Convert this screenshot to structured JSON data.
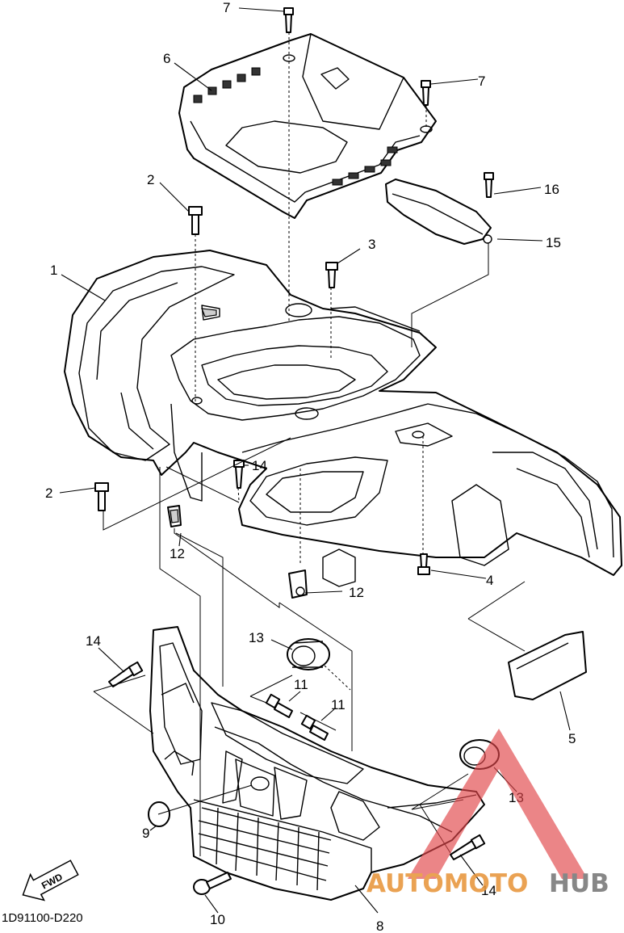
{
  "diagram_code": "1D91100-D220",
  "fwd_label": "FWD",
  "watermark": {
    "part1": "AUTOMOTO",
    "part2": "HUB",
    "color_orange": "#e8963c",
    "color_gray": "#777777",
    "color_red": "#e0454a"
  },
  "labels": {
    "p1": "1",
    "p2a": "2",
    "p2b": "2",
    "p3": "3",
    "p4": "4",
    "p5": "5",
    "p6": "6",
    "p7a": "7",
    "p7b": "7",
    "p8": "8",
    "p9": "9",
    "p10": "10",
    "p11a": "11",
    "p11b": "11",
    "p12a": "12",
    "p12b": "12",
    "p13a": "13",
    "p13b": "13",
    "p14a": "14",
    "p14b": "14",
    "p14c": "14",
    "p15": "15",
    "p16": "16"
  }
}
